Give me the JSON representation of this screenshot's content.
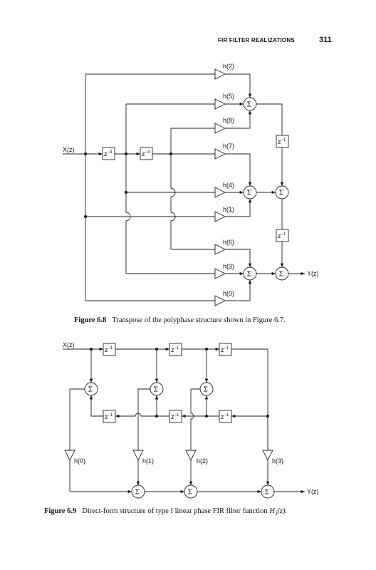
{
  "header": {
    "section": "FIR FILTER REALIZATIONS",
    "page": "311"
  },
  "fig68": {
    "label": "Figure 6.8",
    "text": "Transpose of the polyphase structure shown in Figure 6.7.",
    "input": "X(z)",
    "output": "Y(z)",
    "delay_main": "z",
    "delay_main_exp": "−3",
    "delay_side": "z",
    "delay_side_exp": "−1",
    "sum": "Σ",
    "coeffs": [
      "h(2)",
      "h(5)",
      "h(8)",
      "h(7)",
      "h(4)",
      "h(1)",
      "h(6)",
      "h(3)",
      "h(0)"
    ]
  },
  "fig69": {
    "label": "Figure 6.9",
    "text": "Direct-form structure of type I linear phase FIR filter function",
    "func": "H",
    "func_sub": "3",
    "func_arg": "(z).",
    "input": "X(z)",
    "output": "Y(z)",
    "delay": "z",
    "delay_exp": "−1",
    "sum": "Σ",
    "coeffs": [
      "h(0)",
      "h(1)",
      "h(2)",
      "h(3)"
    ]
  }
}
